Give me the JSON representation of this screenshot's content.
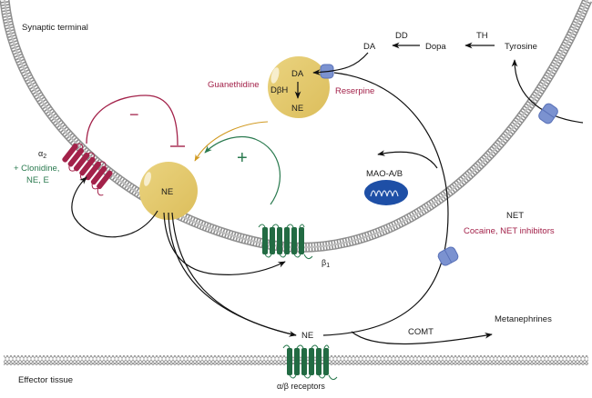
{
  "diagram": {
    "regions": {
      "synaptic_terminal": "Synaptic terminal",
      "effector_tissue": "Effector tissue"
    },
    "synthesis": {
      "tyrosine": "Tyrosine",
      "th": "TH",
      "dopa": "Dopa",
      "dd": "DD",
      "da": "DA"
    },
    "vesicle_top": {
      "da": "DA",
      "dbh": "DβH",
      "ne": "NE",
      "guanethidine": "Guanethidine",
      "reserpine": "Reserpine"
    },
    "vesicle_release": {
      "ne": "NE"
    },
    "alpha2": {
      "label": "α",
      "sub": "2",
      "agonists_line1": "+ Clonidine,",
      "agonists_line2": "NE, E",
      "effect": "−"
    },
    "beta1": {
      "label": "β",
      "sub": "1",
      "effect": "+"
    },
    "mao": {
      "label": "MAO-A/B"
    },
    "net": {
      "label": "NET",
      "inhibitors": "Cocaine, NET inhibitors"
    },
    "cleft": {
      "ne": "NE",
      "comt": "COMT",
      "metanephrines": "Metanephrines"
    },
    "postsynaptic": {
      "receptors": "α/β receptors"
    },
    "colors": {
      "vesicle": "#e2c76a",
      "inhibitory": "#a3224a",
      "stimulatory": "#2a7a4f",
      "guanethidine_arrow": "#d19a22",
      "transporter": "#7b92d0",
      "mao": "#1e4fa6",
      "membrane": "#9a9a9a"
    }
  }
}
